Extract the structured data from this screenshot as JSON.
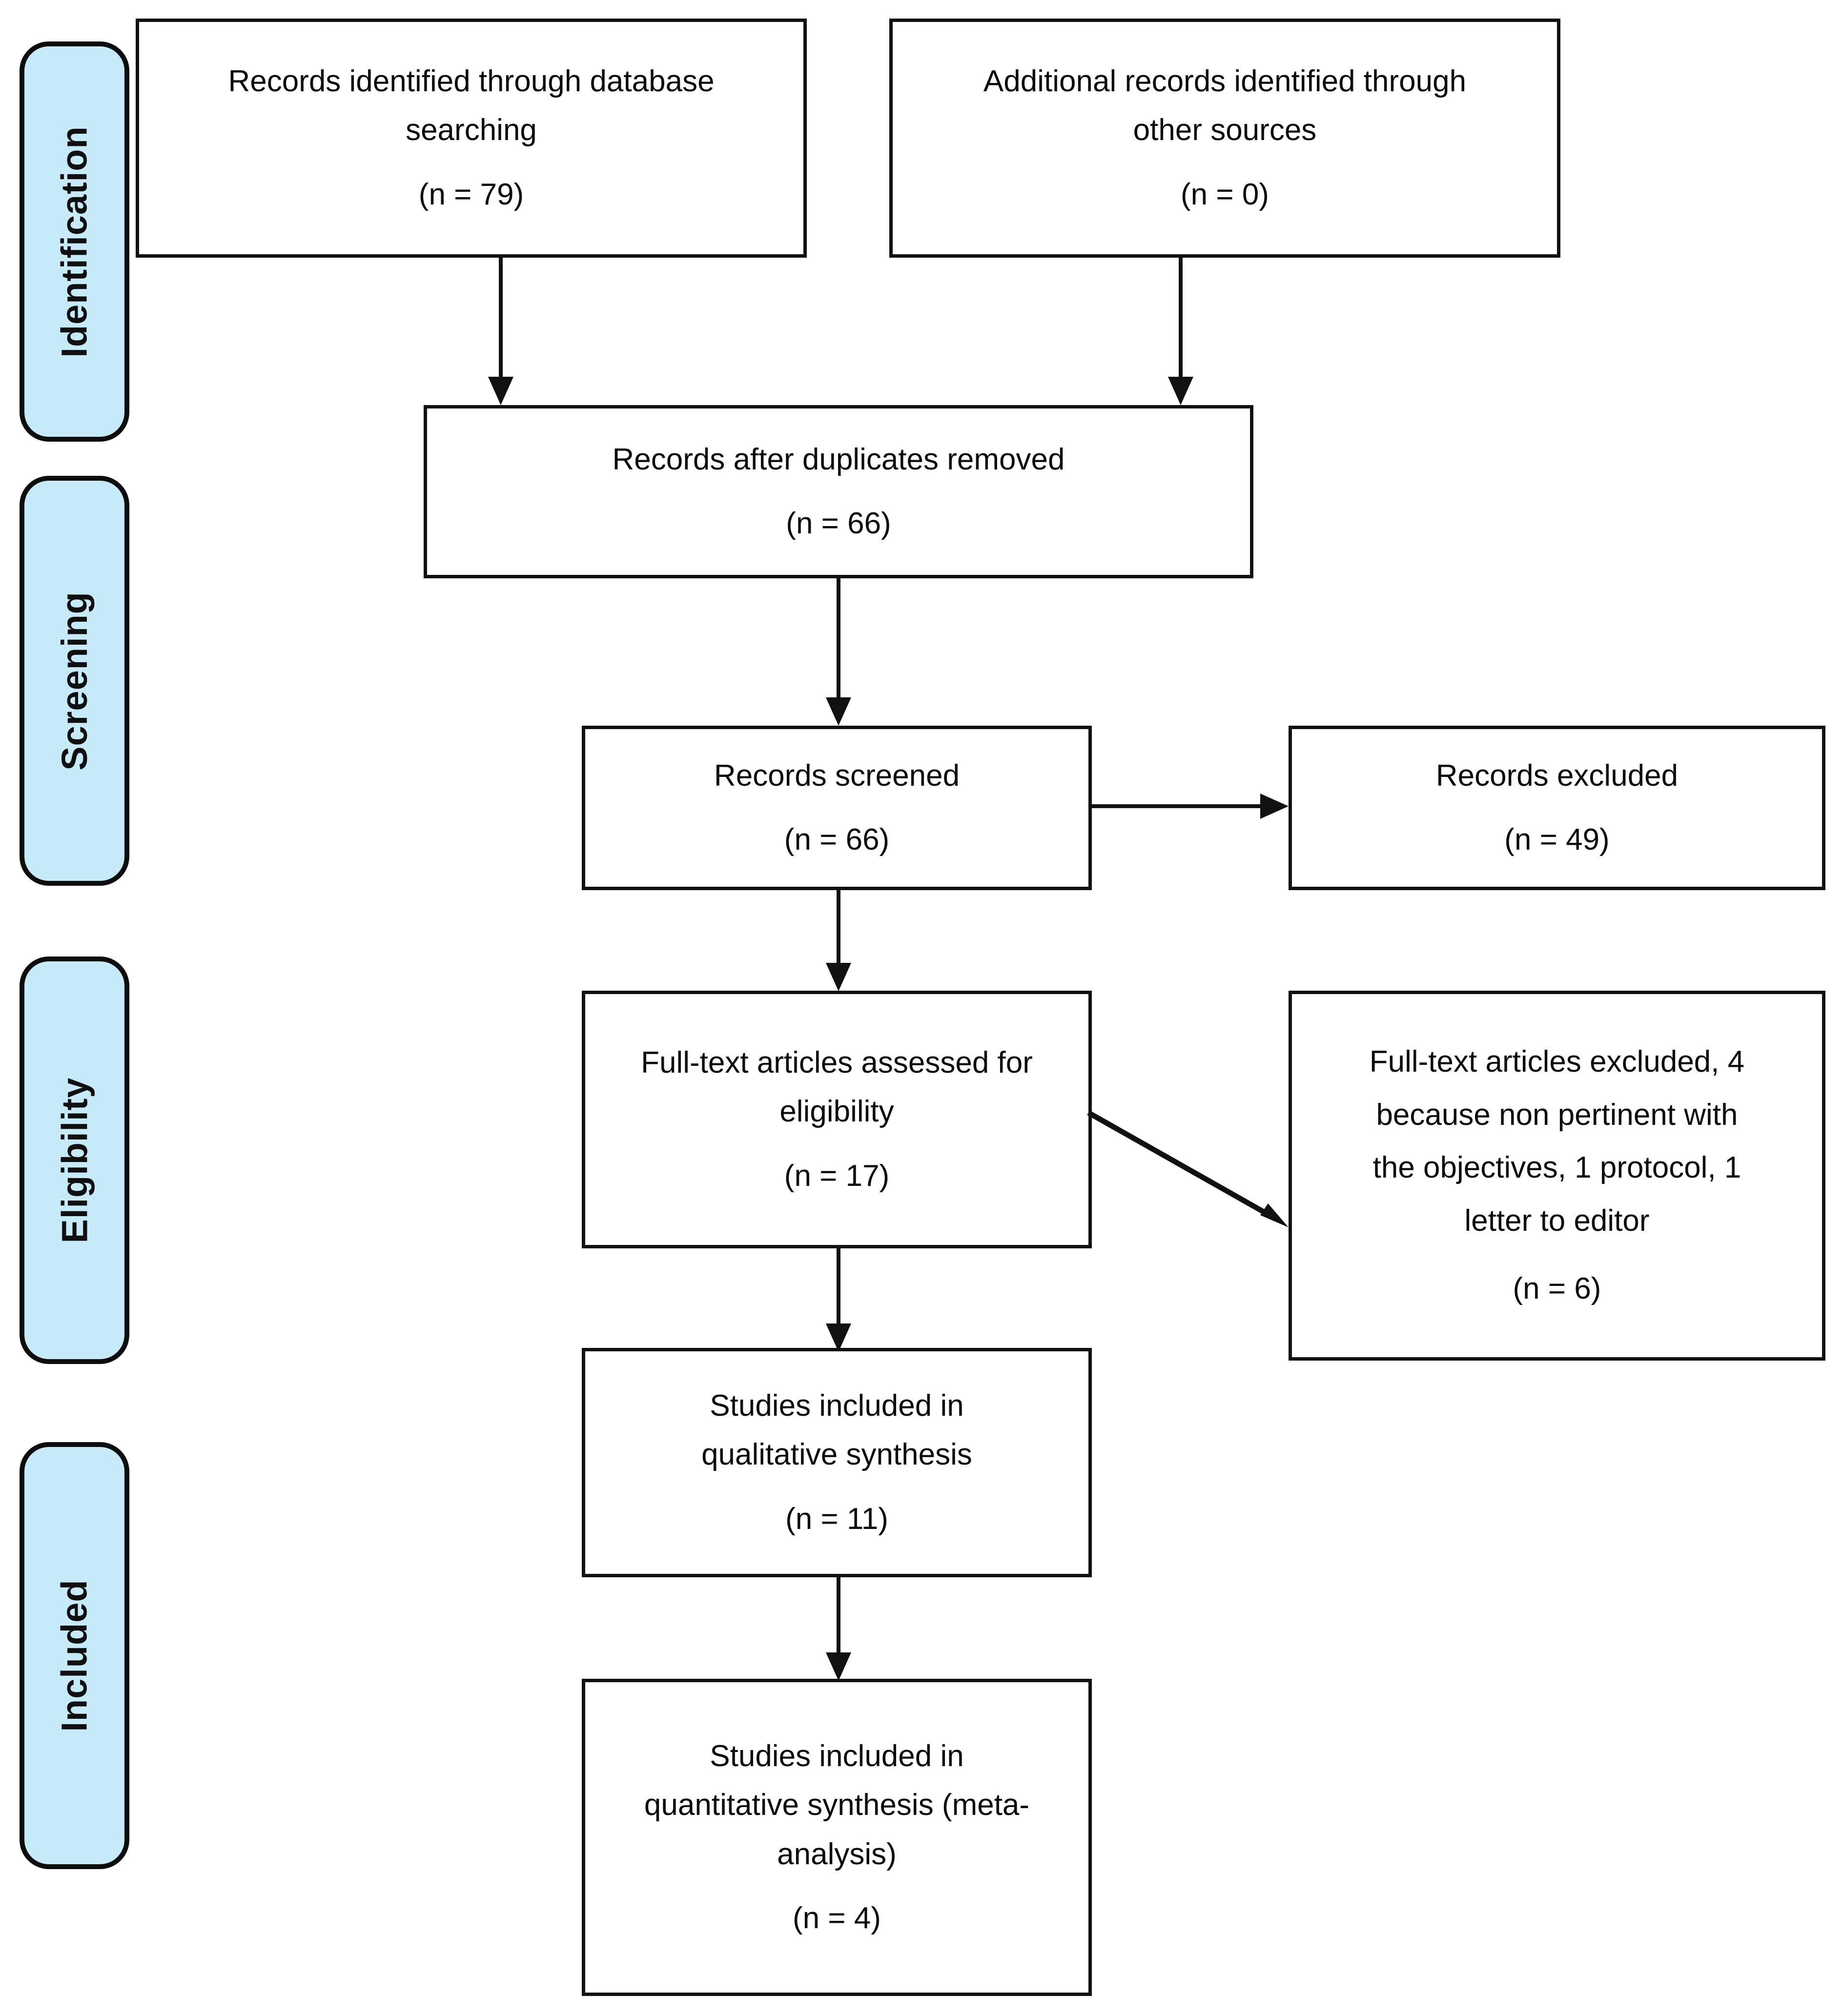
{
  "diagram": {
    "type": "prisma-flow-diagram",
    "accent_color": "#c6eaf8",
    "line_color": "#111111",
    "stages": [
      {
        "id": "identification",
        "label": "Identification"
      },
      {
        "id": "screening",
        "label": "Screening"
      },
      {
        "id": "eligibility",
        "label": "Eligibility"
      },
      {
        "id": "included",
        "label": "Included"
      }
    ],
    "nodes": {
      "db_search": {
        "line1": "Records identified through database",
        "line2": "searching",
        "count": "(n = 79)",
        "n": 79
      },
      "other_sources": {
        "line1": "Additional records identified through",
        "line2": "other sources",
        "count": "(n = 0)",
        "n": 0
      },
      "duplicates_removed": {
        "line1": "Records after duplicates removed",
        "count": "(n = 66)",
        "n": 66
      },
      "records_screened": {
        "line1": "Records screened",
        "count": "(n = 66)",
        "n": 66
      },
      "records_excluded": {
        "line1": "Records excluded",
        "count": "(n = 49)",
        "n": 49
      },
      "fulltext_assessed": {
        "line1": "Full-text articles assessed for",
        "line2": "eligibility",
        "count": "(n = 17)",
        "n": 17
      },
      "fulltext_excluded": {
        "line1": "Full-text articles excluded, 4",
        "line2": "because non pertinent with",
        "line3": "the objectives, 1 protocol, 1",
        "line4": "letter to editor",
        "count": "(n = 6)",
        "n": 6
      },
      "qualitative": {
        "line1": "Studies included in",
        "line2": "qualitative synthesis",
        "count": "(n = 11)",
        "n": 11
      },
      "quantitative": {
        "line1": "Studies included in",
        "line2": "quantitative synthesis (meta-",
        "line3": "analysis)",
        "count": "(n = 4)",
        "n": 4
      }
    }
  }
}
